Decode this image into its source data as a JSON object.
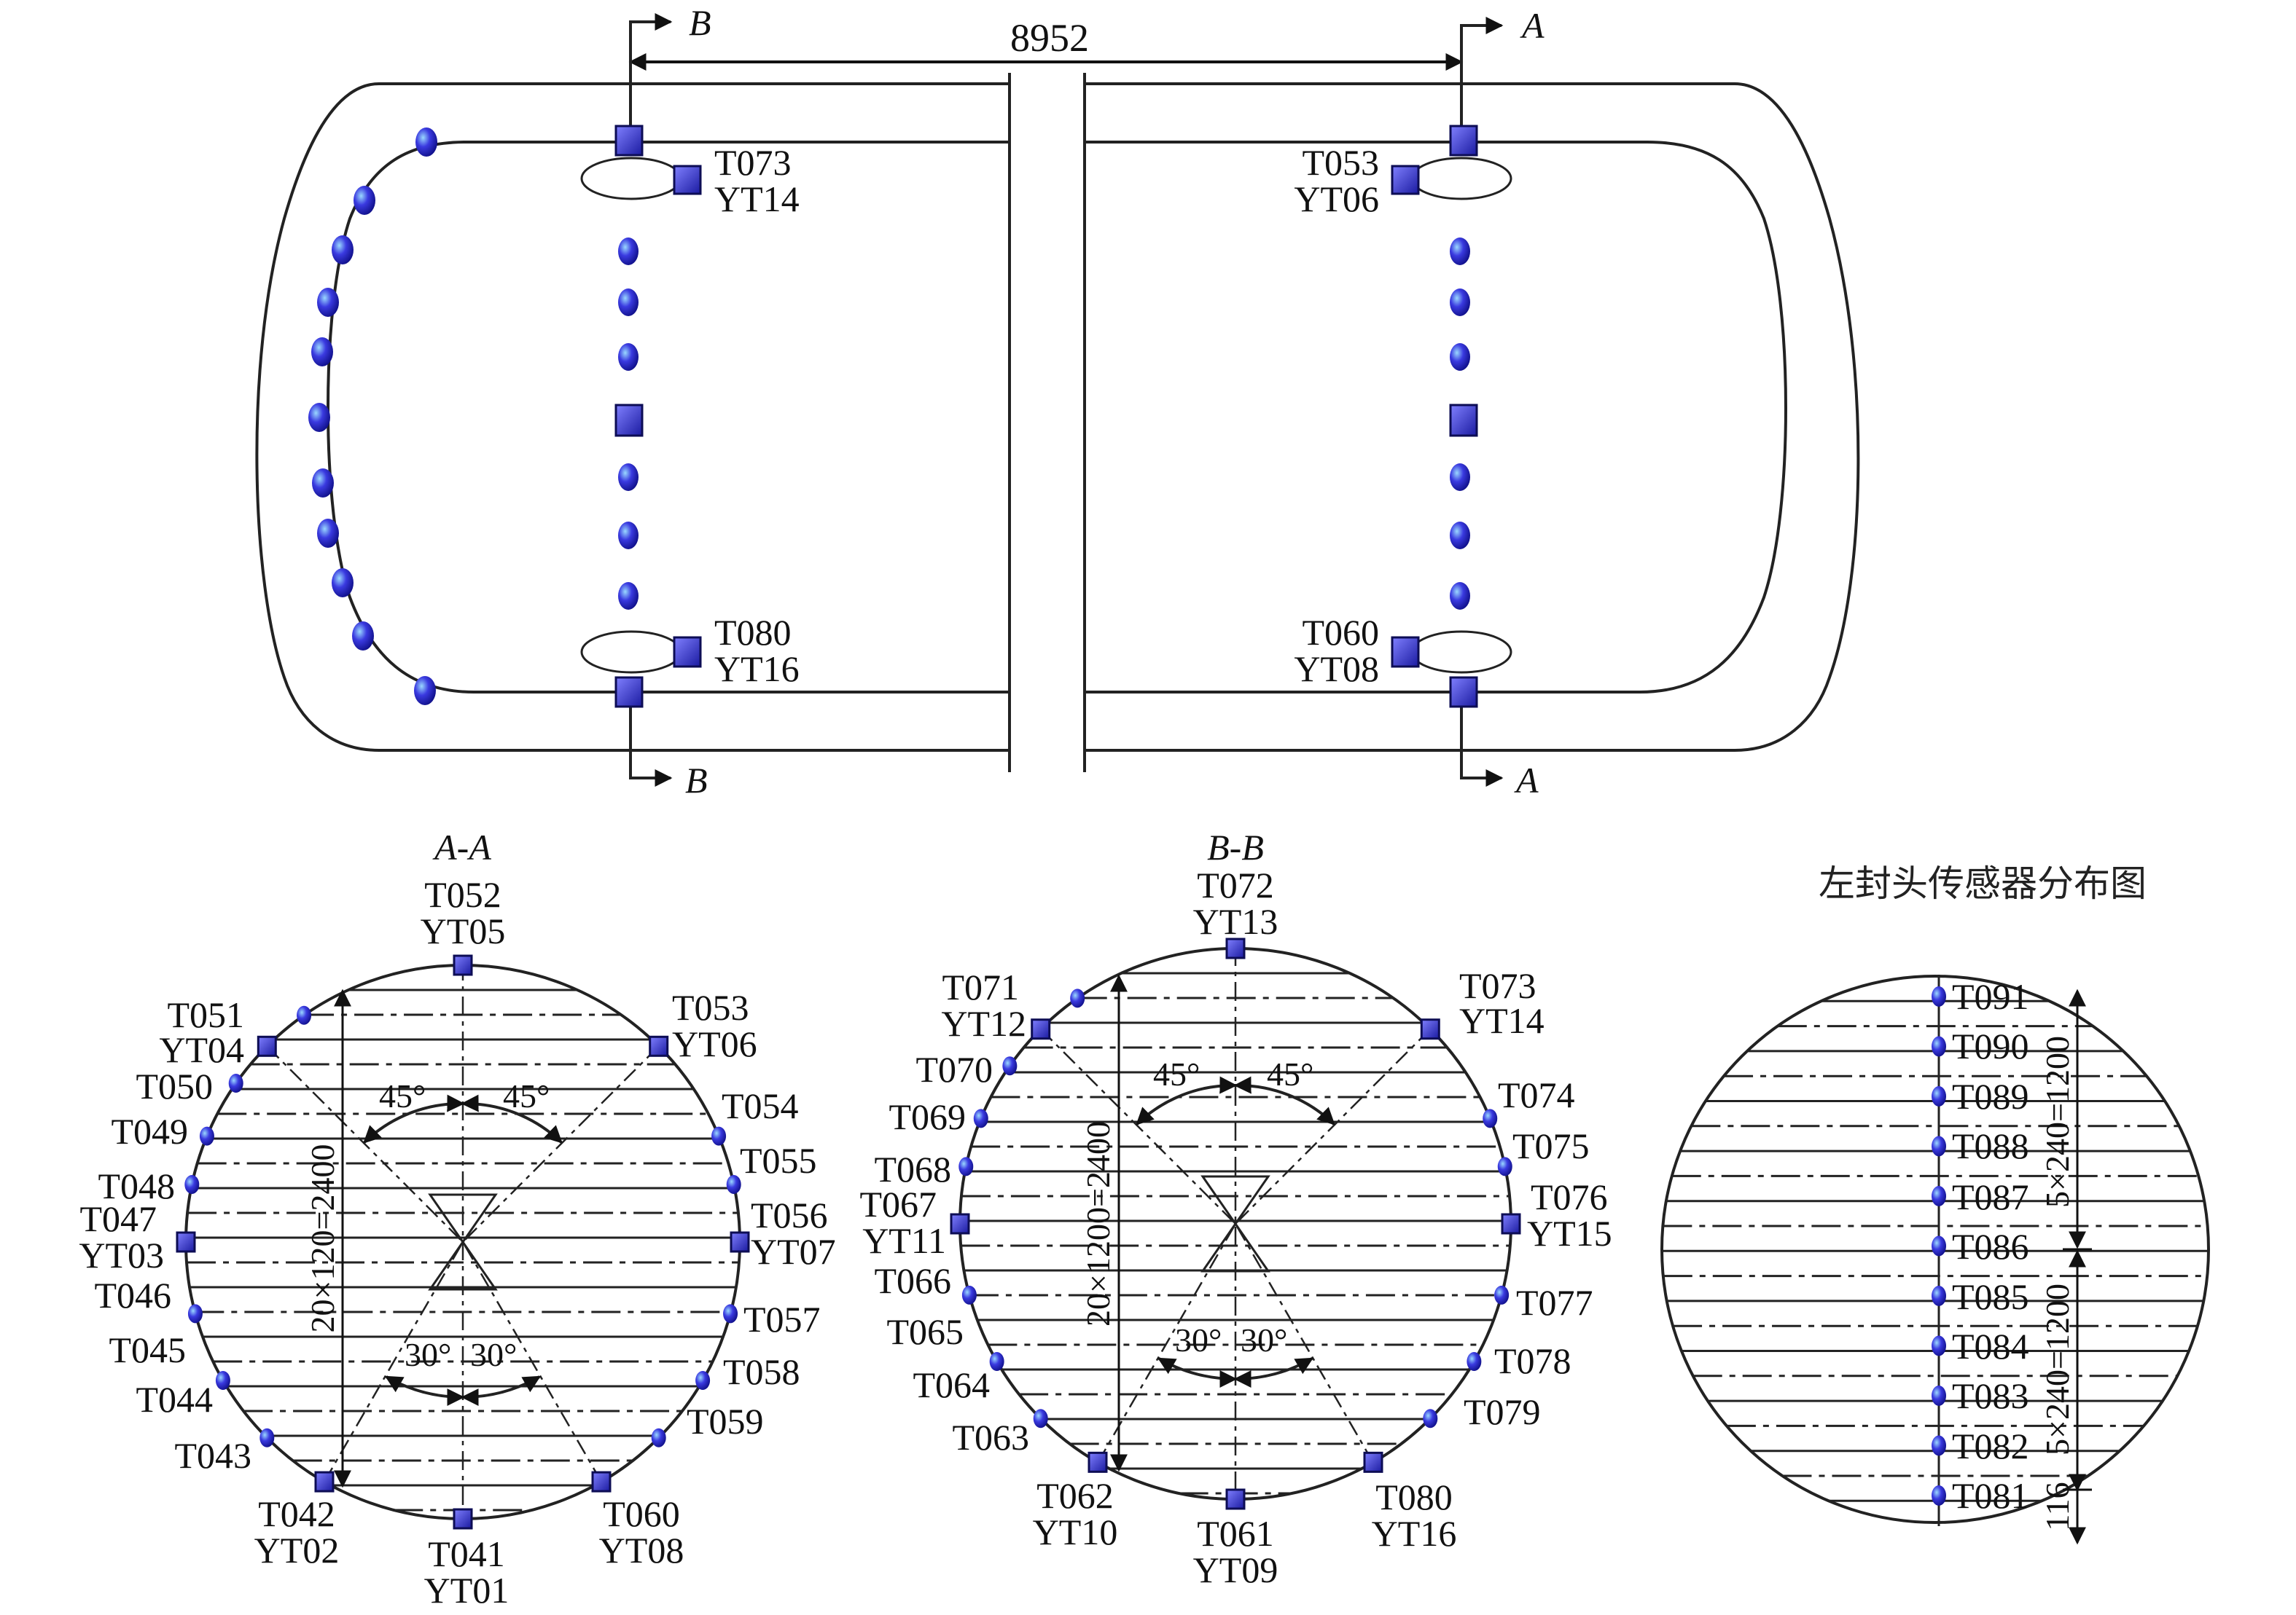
{
  "top_view": {
    "length_dimension": "8952",
    "section_marks": [
      "B",
      "B",
      "A",
      "A"
    ],
    "labels": [
      "T073",
      "YT14",
      "T080",
      "YT16",
      "T053",
      "YT06",
      "T060",
      "YT08"
    ]
  },
  "section_aa": {
    "title": "A-A",
    "labels": [
      "T052",
      "YT05",
      "T051",
      "YT04",
      "T053",
      "YT06",
      "T050",
      "T054",
      "T049",
      "T055",
      "T048",
      "T047",
      "YT03",
      "T056",
      "YT07",
      "T046",
      "T057",
      "T045",
      "T058",
      "T044",
      "T059",
      "T043",
      "T042",
      "YT02",
      "T060",
      "YT08",
      "T041",
      "YT01"
    ],
    "angle_top_left": "45°",
    "angle_top_right": "45°",
    "angle_bottom_left": "30°",
    "angle_bottom_right": "30°",
    "height_dimension": "20×120=2400"
  },
  "section_bb": {
    "title": "B-B",
    "labels": [
      "T072",
      "YT13",
      "T071",
      "YT12",
      "T073",
      "YT14",
      "T070",
      "T074",
      "T069",
      "T075",
      "T068",
      "T067",
      "YT11",
      "T076",
      "YT15",
      "T066",
      "T077",
      "T065",
      "T078",
      "T064",
      "T079",
      "T063",
      "T062",
      "YT10",
      "T080",
      "YT16",
      "T061",
      "YT09"
    ],
    "angle_top_left": "45°",
    "angle_top_right": "45°",
    "angle_bottom_left": "30°",
    "angle_bottom_right": "30°",
    "height_dimension": "20×1200=2400"
  },
  "left_head": {
    "title": "左封头传感器分布图",
    "labels": [
      "T091",
      "T090",
      "T089",
      "T088",
      "T087",
      "T086",
      "T085",
      "T084",
      "T083",
      "T082",
      "T081"
    ],
    "dim_upper": "5×240=1200",
    "dim_lower": "5×240=1200",
    "dim_bottom": "116"
  },
  "colors": {
    "sensor_fill": "#2b2bd6",
    "sensor_edge": "#0d0d55",
    "line": "#222222"
  }
}
